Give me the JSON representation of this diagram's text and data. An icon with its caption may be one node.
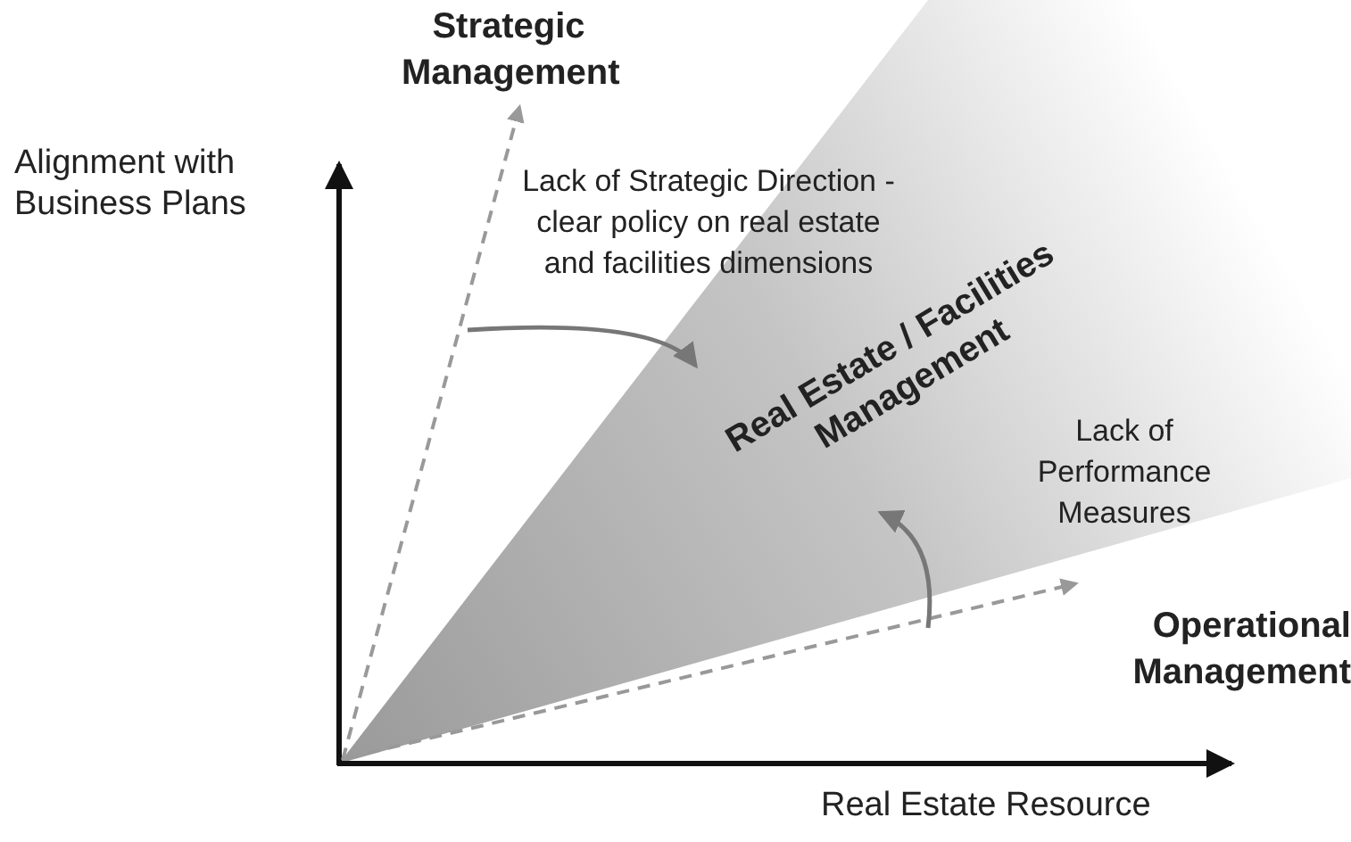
{
  "diagram": {
    "nodes": [
      {
        "text": [
          "Strategic Management"
        ]
      },
      {
        "text": [
          "Real Estate / Facilities Management"
        ]
      },
      {
        "text": [
          "Operational Management"
        ]
      }
    ],
    "edges": [
      {
        "from": null,
        "to": 0,
        "arrow": "to",
        "style": "dashed"
      },
      {
        "from": null,
        "to": 1,
        "arrow": "to"
      },
      {
        "from": null,
        "to": 2,
        "arrow": "to",
        "style": "dashed"
      },
      {
        "from": null,
        "to": 1,
        "arrow": "to"
      }
    ],
    "labels": [
      "Alignment with Business Plans",
      "Lack of Strategic Direction - clear policy on real estate and facilities dimensions",
      "Lack of Performance Measures",
      "Real Estate Resource"
    ]
  }
}
